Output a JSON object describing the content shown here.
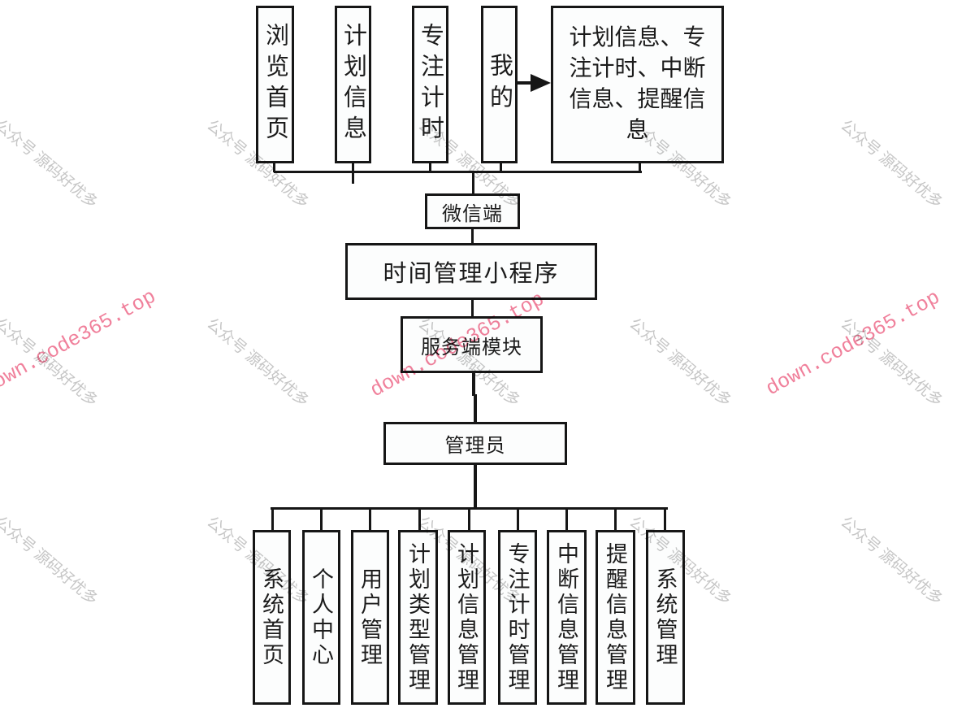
{
  "diagram": {
    "top_row": {
      "boxes": [
        {
          "label": "浏览首页"
        },
        {
          "label": "计划信息"
        },
        {
          "label": "专注计时"
        },
        {
          "label": "我的"
        }
      ],
      "detail_box": {
        "label": "计划信息、专注计时、中断信息、提醒信息"
      }
    },
    "mid": {
      "wechat": "微信端",
      "app": "时间管理小程序",
      "server": "服务端模块",
      "admin": "管理员"
    },
    "bottom_row": [
      {
        "label": "系统首页"
      },
      {
        "label": "个人中心"
      },
      {
        "label": "用户管理"
      },
      {
        "label": "计划类型管理"
      },
      {
        "label": "计划信息管理"
      },
      {
        "label": "专注计时管理"
      },
      {
        "label": "中断信息管理"
      },
      {
        "label": "提醒信息管理"
      },
      {
        "label": "系统管理"
      }
    ],
    "colors": {
      "line": "#161616",
      "box_fill": "#fcfdfd",
      "text": "#1c1c1c"
    }
  },
  "watermarks": {
    "gray": {
      "text": "公众号 源码好优多",
      "color": "#c6c6c6"
    },
    "pink": {
      "text": "down.code365.top",
      "color": "#ee6e8d"
    }
  }
}
